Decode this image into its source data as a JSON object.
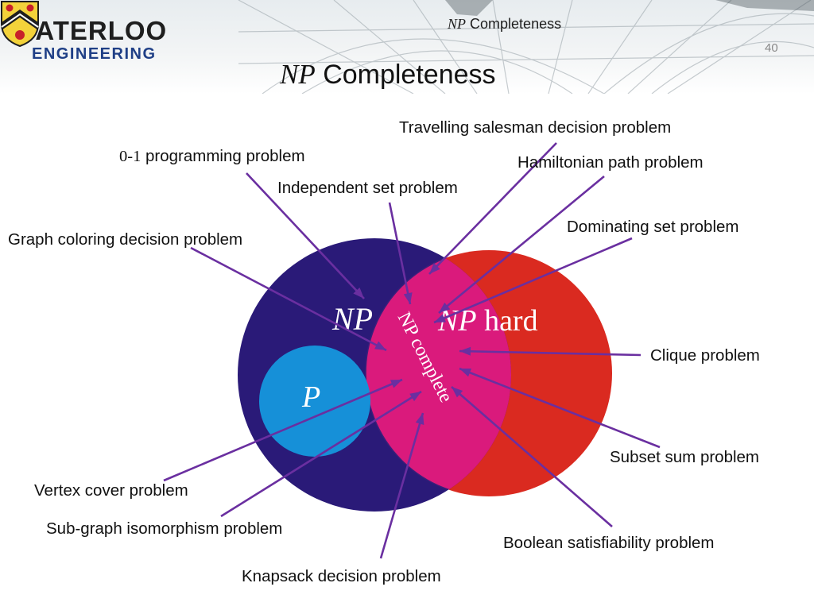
{
  "header": {
    "logo_text": "WATERLOO",
    "logo_subtext": "ENGINEERING",
    "running_title_italic": "NP",
    "running_title_rest": "Completeness",
    "page_number": "40"
  },
  "slide": {
    "title_italic": "NP",
    "title_rest": "Completeness"
  },
  "diagram": {
    "regions": {
      "np": "NP",
      "np_hard_italic": "NP",
      "np_hard_rest": "hard",
      "np_complete": "NP complete",
      "p": "P"
    },
    "colors": {
      "np": "#2a1a78",
      "np_hard": "#da2a20",
      "np_complete": "#da1a7c",
      "p": "#1690d8",
      "arrow": "#6a2fa0"
    },
    "problems": [
      {
        "id": "travelling-salesman",
        "label": "Travelling salesman decision problem"
      },
      {
        "id": "zero-one-programming",
        "label_prefix": "0-1",
        "label": " programming problem"
      },
      {
        "id": "hamiltonian-path",
        "label": "Hamiltonian path problem"
      },
      {
        "id": "independent-set",
        "label": "Independent set problem"
      },
      {
        "id": "dominating-set",
        "label": "Dominating set problem"
      },
      {
        "id": "graph-coloring",
        "label": "Graph coloring decision problem"
      },
      {
        "id": "clique",
        "label": "Clique problem"
      },
      {
        "id": "subset-sum",
        "label": "Subset sum problem"
      },
      {
        "id": "vertex-cover",
        "label": "Vertex cover problem"
      },
      {
        "id": "subgraph-isomorphism",
        "label": "Sub-graph isomorphism problem"
      },
      {
        "id": "boolean-satisfiability",
        "label": "Boolean satisfiability problem"
      },
      {
        "id": "knapsack",
        "label": "Knapsack decision problem"
      }
    ]
  }
}
